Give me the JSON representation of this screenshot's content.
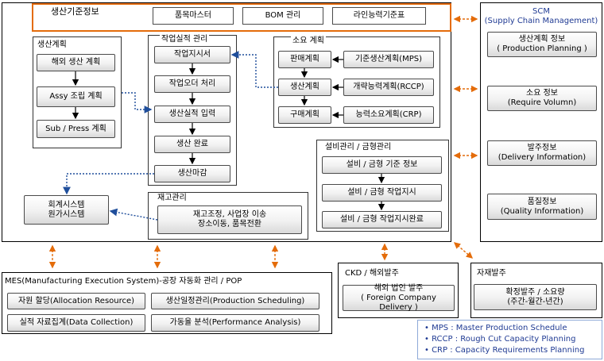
{
  "colors": {
    "accent_orange": "#e46c0a",
    "dot_blue": "#1f4e9b",
    "legend_blue": "#1f3a93"
  },
  "master": {
    "title": "생산기준정보",
    "items": [
      "품목마스터",
      "BOM 관리",
      "라인능력기준표"
    ]
  },
  "plan": {
    "title": "생산계획",
    "items": [
      "해외 생산 계획",
      "Assy 조립 계획",
      "Sub / Press 계획"
    ]
  },
  "work": {
    "title": "작업실적 관리",
    "items": [
      "작업지시서",
      "작업오더 처리",
      "생산실적 입력",
      "생산 완료",
      "생산마감"
    ]
  },
  "req": {
    "title": "소요 계획",
    "left": [
      "판매계획",
      "생산계획",
      "구매계획"
    ],
    "right": [
      "기준생산계획(MPS)",
      "개략능력계획(RCCP)",
      "능력소요계획(CRP)"
    ]
  },
  "equip": {
    "title": "설비관리 / 금형관리",
    "items": [
      "설비 / 금형 기준 정보",
      "설비 / 금형 작업지시",
      "설비 / 금형 작업지시완료"
    ]
  },
  "inventory": {
    "title": "재고관리",
    "line1": "재고조정, 사업장 이송",
    "line2": "장소이동, 품목전환"
  },
  "accounting": {
    "line1": "회계시스템",
    "line2": "원가시스템"
  },
  "scm": {
    "title_line1": "SCM",
    "title_line2": "(Supply Chain Management)",
    "items": [
      {
        "line1": "생산계획 정보",
        "line2": "( Production Planning )"
      },
      {
        "line1": "소요 정보",
        "line2": "(Require Volumn)"
      },
      {
        "line1": "발주정보",
        "line2": "(Delivery  Information)"
      },
      {
        "line1": "품질정보",
        "line2": "(Quality Information)"
      }
    ]
  },
  "mes": {
    "title": "MES(Manufacturing Execution System)-공장 자동화 관리 / POP",
    "items": [
      "자원 할당(Allocation Resource)",
      "생산일정관리(Production Scheduling)",
      "실적 자료집계(Data Collection)",
      "가동율 분석(Performance Analysis)"
    ]
  },
  "ckd": {
    "title": "CKD / 해외발주",
    "item_line1": "해외 법인 발주",
    "item_line2": "( Foreign Company Delivery )"
  },
  "material": {
    "title": "자재발주",
    "item_line1": "확정발주 / 소요량",
    "item_line2": "(주간-월간-년간)"
  },
  "legend": [
    "MPS : Master Production Schedule",
    "RCCP : Rough Cut Capacity Planning",
    "CRP : Capacity Requirements Planning"
  ]
}
